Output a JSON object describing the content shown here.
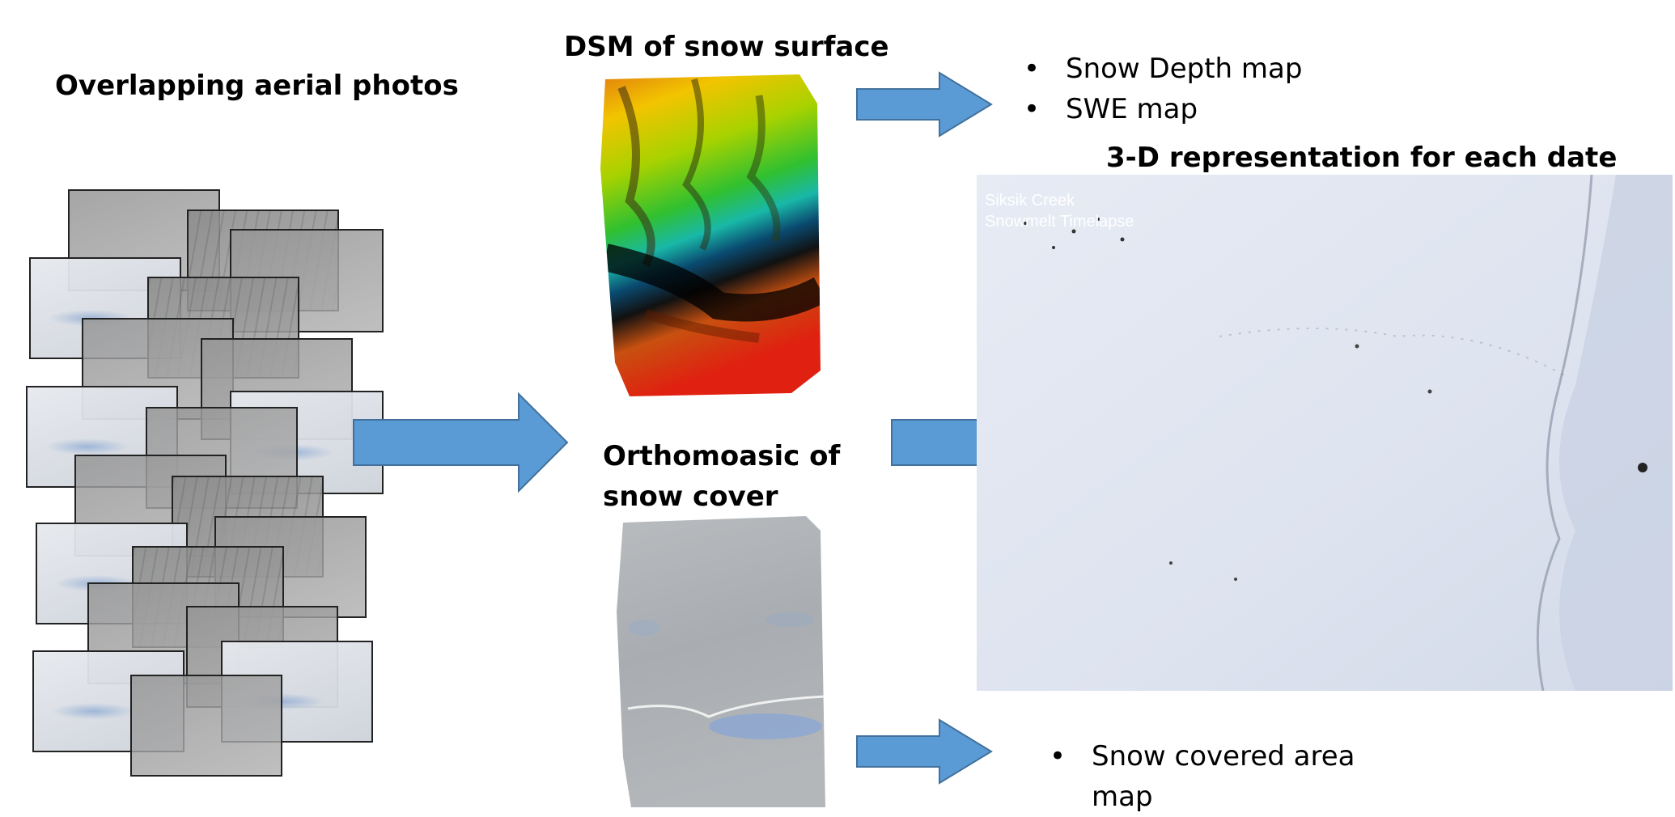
{
  "titles": {
    "aerial": "Overlapping aerial photos",
    "dsm": "DSM of snow surface",
    "ortho_line1": "Orthomoasic of",
    "ortho_line2": "snow cover",
    "threed": "3-D representation for each date"
  },
  "outputs_top": [
    "Snow Depth map",
    "SWE map"
  ],
  "outputs_bottom": [
    "Snow covered area",
    "map"
  ],
  "timelapse": {
    "line1": "Siksik Creek",
    "line2": "Snowmelt Timelapse"
  },
  "colors": {
    "arrow": "#5b9bd5",
    "arrow_edge": "#41719c"
  }
}
